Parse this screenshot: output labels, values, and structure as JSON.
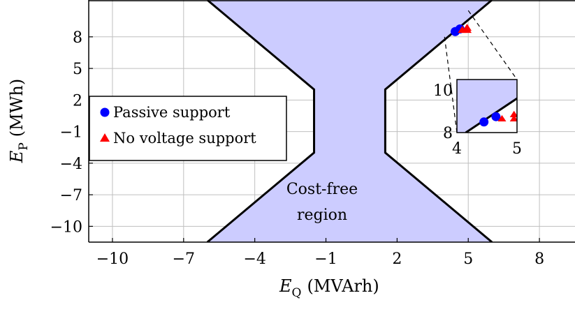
{
  "chart_data": {
    "type": "scatter",
    "x_axis": {
      "symbol": "E",
      "subscript": "Q",
      "unit": "(MVArh)",
      "range": [
        -11,
        9.5
      ],
      "ticks": [
        -10,
        -7,
        -4,
        -1,
        2,
        5,
        8
      ],
      "tick_labels": [
        "−10",
        "−7",
        "−4",
        "−1",
        "2",
        "5",
        "8"
      ]
    },
    "y_axis": {
      "symbol": "E",
      "subscript": "P",
      "unit": "(MWh)",
      "range": [
        -11.5,
        11.5
      ],
      "ticks": [
        -10,
        -7,
        -4,
        -1,
        2,
        5,
        8
      ],
      "tick_labels": [
        "−10",
        "−7",
        "−4",
        "−1",
        "2",
        "5",
        "8"
      ]
    },
    "grid": true,
    "region": {
      "label_lines": [
        "Cost-free",
        "region"
      ],
      "color": "#ccccff",
      "left_boundary": [
        [
          -6,
          11.5
        ],
        [
          -1.5,
          3
        ],
        [
          -1.5,
          -3
        ],
        [
          -6,
          -11.5
        ]
      ],
      "right_boundary": [
        [
          6,
          11.5
        ],
        [
          1.5,
          3
        ],
        [
          1.5,
          -3
        ],
        [
          6,
          -11.5
        ]
      ]
    },
    "series": [
      {
        "name": "Passive support",
        "marker": "circle",
        "color": "#0000ff",
        "points": [
          [
            4.45,
            8.5
          ],
          [
            4.65,
            8.75
          ]
        ]
      },
      {
        "name": "No voltage support",
        "marker": "triangle",
        "color": "#ff0000",
        "points": [
          [
            4.75,
            8.65
          ],
          [
            4.95,
            8.65
          ],
          [
            4.95,
            8.85
          ]
        ]
      }
    ],
    "legend": {
      "placement": "center-left"
    },
    "inset": {
      "x_range": [
        4,
        5
      ],
      "y_range": [
        8,
        10.5
      ],
      "x_tick_labels": [
        "4",
        "5"
      ],
      "y_tick_labels": [
        "8",
        "10"
      ],
      "x_ticks": [
        4,
        5
      ],
      "y_ticks": [
        8,
        10
      ]
    }
  }
}
